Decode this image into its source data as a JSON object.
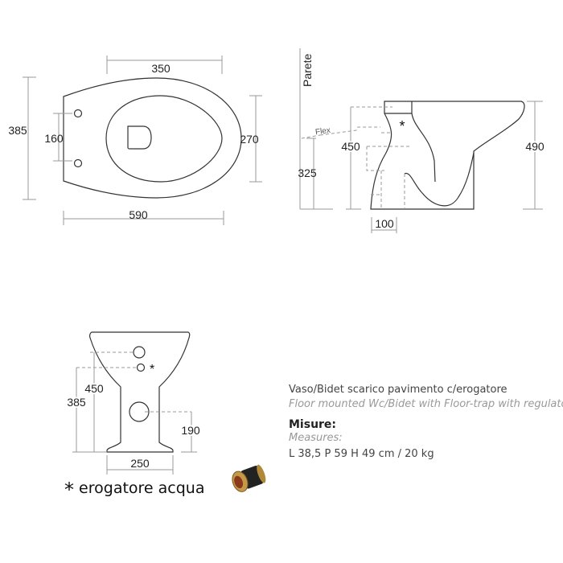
{
  "plan_view": {
    "width_top": "350",
    "depth": "385",
    "hole_spacing": "160",
    "bowl_width": "270",
    "length": "590"
  },
  "side_view": {
    "wall_label": "Parete",
    "flex_label": "Flex",
    "height": "490",
    "inlet_height": "450",
    "outlet_height": "325",
    "outlet_offset": "100",
    "marker": "*"
  },
  "front_view": {
    "inlet_height": "450",
    "regulator_height": "385",
    "drain_height": "190",
    "base_width": "250",
    "marker": "*"
  },
  "legend": {
    "symbol": "*",
    "text": "erogatore acqua"
  },
  "product": {
    "title_it": "Vaso/Bidet scarico pavimento c/erogatore",
    "title_en": "Floor mounted Wc/Bidet with Floor-trap with regulator",
    "measures_it": "Misure:",
    "measures_en": "Measures:",
    "measures_value": "L 38,5 P 59 H 49 cm / 20 kg"
  },
  "colors": {
    "outline": "#333333",
    "dimension": "#999999",
    "text": "#444444"
  }
}
